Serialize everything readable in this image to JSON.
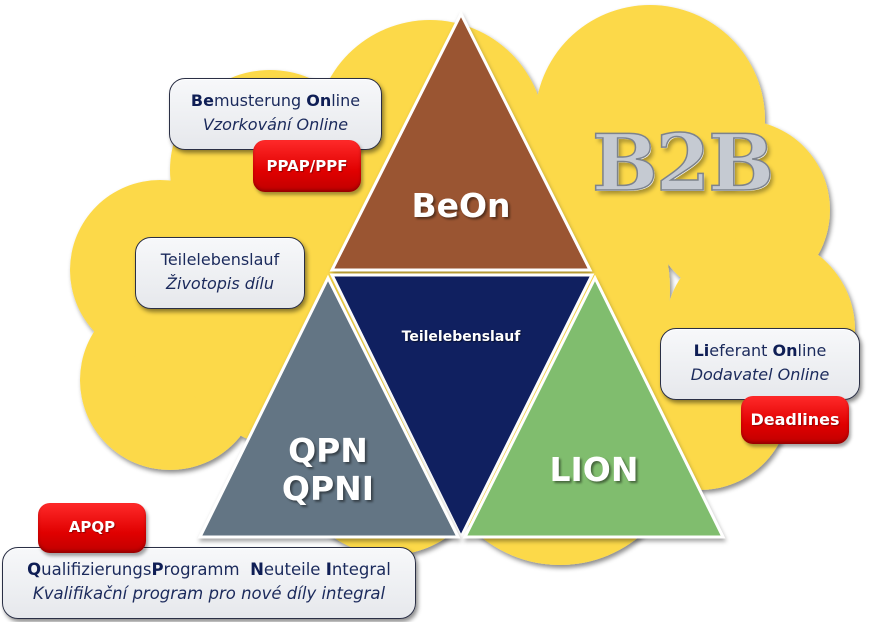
{
  "diagram": {
    "background_label": "B2B",
    "colors": {
      "cloud": "#fcd94a",
      "beon": "#9a5430",
      "center": "#102060",
      "qpn": "#647484",
      "lion": "#80bd6e",
      "tag": "#e80000"
    },
    "triangles": {
      "top": {
        "label": "BeOn"
      },
      "center": {
        "label": "Teilelebenslauf"
      },
      "left": {
        "line1": "QPN",
        "line2": "QPNI"
      },
      "right": {
        "label": "LION"
      }
    },
    "boxes": {
      "beon": {
        "abbr1": "Be",
        "rest1": "musterung ",
        "abbr2": "On",
        "rest2": "line",
        "line2": "Vzorkování Online"
      },
      "teilelebenslauf": {
        "line1": "Teilelebenslauf",
        "line2": "Životopis dílu"
      },
      "lion": {
        "abbr1": "Li",
        "rest1": "eferant ",
        "abbr2": "On",
        "rest2": "line",
        "line2": "Dodavatel Online"
      },
      "qpni": {
        "a1": "Q",
        "r1": "ualifizierungs",
        "a2": "P",
        "r2": "rogramm  ",
        "a3": "N",
        "r3": "euteile ",
        "a4": "I",
        "r4": "ntegral",
        "line2": "Kvalifikační program pro nové díly integral"
      }
    },
    "tags": {
      "ppap": "PPAP/PPF",
      "deadlines": "Deadlines",
      "apqp": "APQP"
    }
  }
}
